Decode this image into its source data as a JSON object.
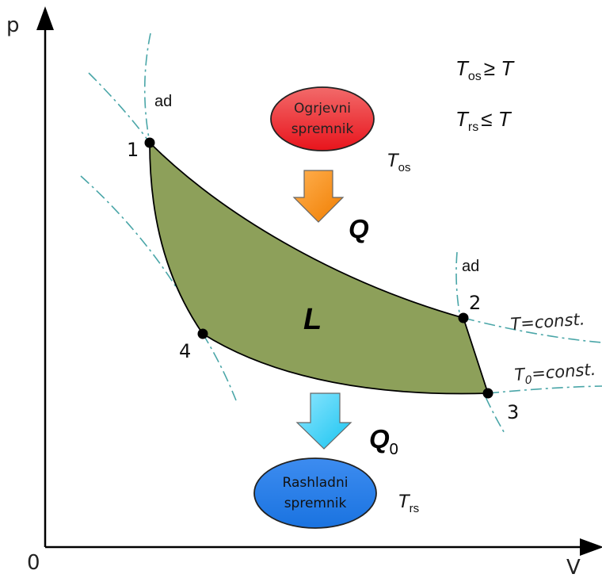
{
  "axes": {
    "y_label": "p",
    "x_label": "V",
    "origin_label": "0"
  },
  "points": [
    {
      "id": "1",
      "label": "1"
    },
    {
      "id": "2",
      "label": "2"
    },
    {
      "id": "3",
      "label": "3"
    },
    {
      "id": "4",
      "label": "4"
    }
  ],
  "curve_labels": {
    "ad_top": "ad",
    "ad_right": "ad",
    "t_const": "T=const.",
    "t0_const": {
      "main": "T",
      "sub": "0",
      "rest": "=const."
    }
  },
  "hot_reservoir": {
    "line1": "Ogrjevni",
    "line2": "spremnik",
    "color": "#e8141c"
  },
  "cold_reservoir": {
    "line1": "Rashladni",
    "line2": "spremnik",
    "color": "#1a73e0"
  },
  "temperature_labels": {
    "hot": {
      "main": "T",
      "sub": "os"
    },
    "cold": {
      "main": "T",
      "sub": "rs"
    }
  },
  "conditions": {
    "hot": {
      "main": "T",
      "sub": "os",
      "rest": "≥ T"
    },
    "cold": {
      "main": "T",
      "sub": "rs",
      "rest": "≤ T"
    }
  },
  "heat_in": {
    "label": "Q",
    "arrow_color": "#f07d00"
  },
  "heat_out": {
    "label": "Q",
    "sub": "0",
    "arrow_color": "#19c4f0"
  },
  "work": {
    "label": "L",
    "fill_color": "#8da05a"
  }
}
